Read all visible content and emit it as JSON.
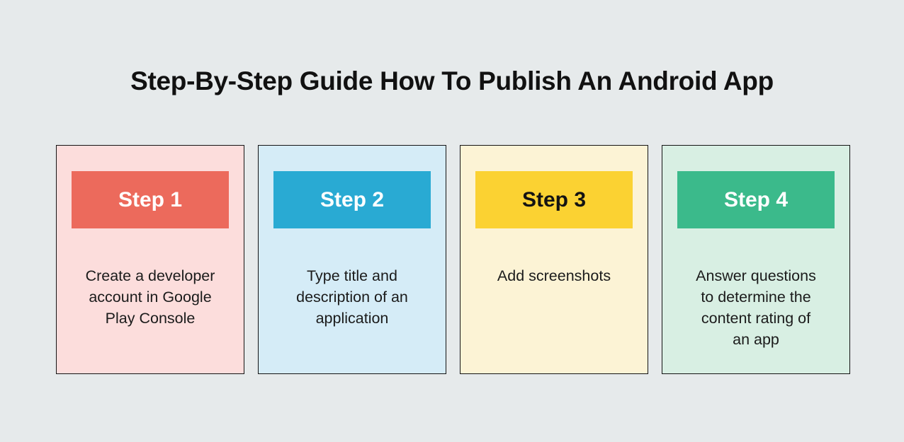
{
  "title": "Step-By-Step Guide How To Publish An Android App",
  "colors": {
    "page_bg": "#E6EAEB",
    "card_border": "#141414",
    "title_text": "#111111",
    "body_text": "#1B1B1B"
  },
  "steps": [
    {
      "label": "Step 1",
      "description": "Create a developer\naccount in Google\nPlay Console",
      "card_bg": "#FCDDDC",
      "header_bg": "#EC6A5C",
      "header_text_color": "#FFFFFF"
    },
    {
      "label": "Step 2",
      "description": "Type title and\ndescription of an\napplication",
      "card_bg": "#D5ECF7",
      "header_bg": "#29AAD3",
      "header_text_color": "#FFFFFF"
    },
    {
      "label": "Step 3",
      "description": "Add screenshots",
      "card_bg": "#FCF3D5",
      "header_bg": "#FBD232",
      "header_text_color": "#131313"
    },
    {
      "label": "Step 4",
      "description": "Answer questions\nto determine the\ncontent rating of\nan app",
      "card_bg": "#D8EFE3",
      "header_bg": "#3BBA8B",
      "header_text_color": "#FFFFFF"
    }
  ]
}
